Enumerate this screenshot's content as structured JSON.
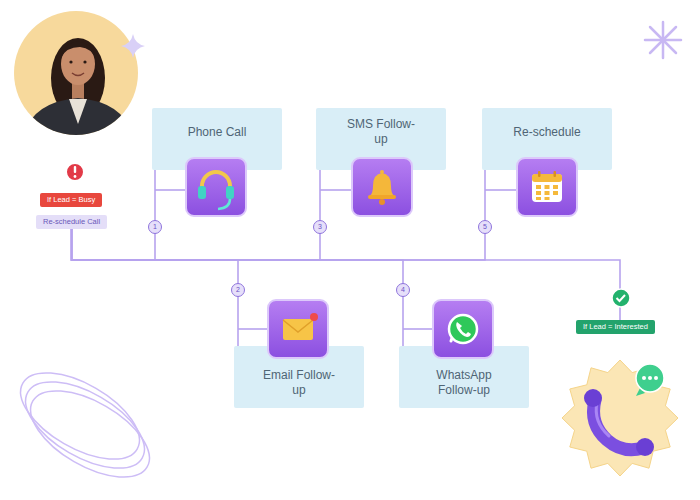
{
  "diagram": {
    "nodes": [
      {
        "text": [
          "If Lead = Busy"
        ]
      },
      {
        "text": [
          "Re-schedule Call"
        ]
      },
      {
        "text": [
          "Phone Call"
        ]
      },
      {
        "text": [
          "SMS Follow-up"
        ]
      },
      {
        "text": [
          "Re-schedule"
        ]
      },
      {
        "text": [
          "Email Follow-up"
        ]
      },
      {
        "text": [
          "WhatsApp Follow-up"
        ]
      },
      {
        "text": [
          "If Lead = Interested"
        ]
      }
    ],
    "edges": [
      {
        "from": 1,
        "to": 2,
        "arrow": "none"
      },
      {
        "from": 1,
        "to": 5,
        "arrow": "none"
      },
      {
        "from": 1,
        "to": 3,
        "arrow": "none"
      },
      {
        "from": 1,
        "to": 6,
        "arrow": "none"
      },
      {
        "from": 1,
        "to": 4,
        "arrow": "none"
      },
      {
        "from": 1,
        "to": 7,
        "arrow": "none"
      }
    ],
    "labels": [
      "1",
      "2",
      "3",
      "4",
      "5"
    ]
  }
}
